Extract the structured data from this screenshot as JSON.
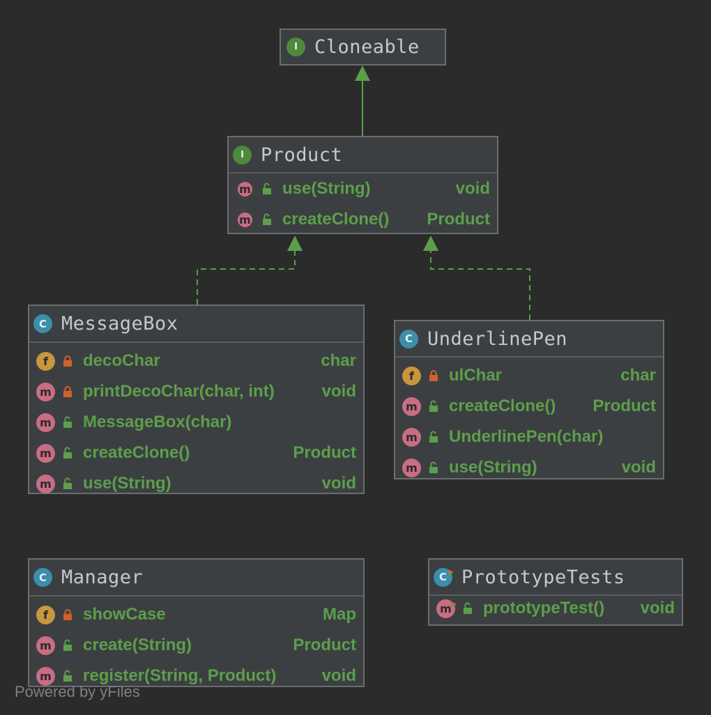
{
  "nodes": {
    "cloneable": {
      "kind": "I",
      "title": "Cloneable",
      "members": []
    },
    "product": {
      "kind": "I",
      "title": "Product",
      "members": [
        {
          "icon": "m",
          "visibility": "public",
          "abstract": true,
          "name": "use(String)",
          "type": "void"
        },
        {
          "icon": "m",
          "visibility": "public",
          "abstract": true,
          "name": "createClone()",
          "type": "Product"
        }
      ]
    },
    "messagebox": {
      "kind": "C",
      "title": "MessageBox",
      "members": [
        {
          "icon": "f",
          "visibility": "private",
          "name": "decoChar",
          "type": "char"
        },
        {
          "icon": "m",
          "visibility": "private",
          "name": "printDecoChar(char, int)",
          "type": "void"
        },
        {
          "icon": "m",
          "visibility": "public",
          "name": "MessageBox(char)",
          "type": ""
        },
        {
          "icon": "m",
          "visibility": "public",
          "name": "createClone()",
          "type": "Product"
        },
        {
          "icon": "m",
          "visibility": "public",
          "name": "use(String)",
          "type": "void"
        }
      ]
    },
    "underlinepen": {
      "kind": "C",
      "title": "UnderlinePen",
      "members": [
        {
          "icon": "f",
          "visibility": "private",
          "name": "ulChar",
          "type": "char"
        },
        {
          "icon": "m",
          "visibility": "public",
          "name": "createClone()",
          "type": "Product"
        },
        {
          "icon": "m",
          "visibility": "public",
          "name": "UnderlinePen(char)",
          "type": ""
        },
        {
          "icon": "m",
          "visibility": "public",
          "name": "use(String)",
          "type": "void"
        }
      ]
    },
    "manager": {
      "kind": "C",
      "title": "Manager",
      "members": [
        {
          "icon": "f",
          "visibility": "private",
          "name": "showCase",
          "type": "Map"
        },
        {
          "icon": "m",
          "visibility": "public",
          "name": "create(String)",
          "type": "Product"
        },
        {
          "icon": "m",
          "visibility": "public",
          "name": "register(String, Product)",
          "type": "void"
        }
      ]
    },
    "prototypetests": {
      "kind": "C",
      "test": true,
      "title": "PrototypeTests",
      "members": [
        {
          "icon": "m",
          "visibility": "public",
          "test": true,
          "name": "prototypeTest()",
          "type": "void"
        }
      ]
    }
  },
  "edges": [
    {
      "from": "product",
      "to": "cloneable",
      "relation": "extends",
      "style": "solid"
    },
    {
      "from": "messagebox",
      "to": "product",
      "relation": "implements",
      "style": "dashed"
    },
    {
      "from": "underlinepen",
      "to": "product",
      "relation": "implements",
      "style": "dashed"
    }
  ],
  "colors": {
    "background": "#2b2b2b",
    "node_fill": "#3c3f41",
    "node_border": "#6b6e70",
    "title_text": "#c6c9cc",
    "member_text": "#5c9f4b",
    "edge": "#5c9f4b",
    "interface_icon": "#4e8a3c",
    "class_icon": "#3d8eaa",
    "method_icon": "#c96d84",
    "field_icon": "#c9953e",
    "private_lock": "#d0612f",
    "public_lock": "#5c9f4b"
  },
  "watermark": "Powered by yFiles"
}
